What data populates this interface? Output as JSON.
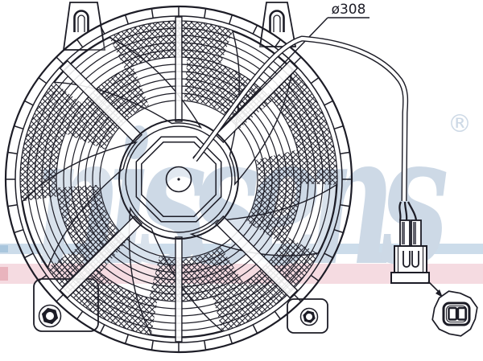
{
  "figure": {
    "type": "technical-line-drawing",
    "subject": "axial cooling fan assembly with shroud, wiring harness and 2-pin connector",
    "dimension_label": "ø308"
  },
  "watermark": {
    "text": "nissens",
    "registered_mark": "®",
    "text_color": "#cdd9e6",
    "stripe_blue": "#ccdcea",
    "stripe_blue_cap": "#a9c6dd",
    "stripe_pink": "#f5dbe1",
    "stripe_pink_cap": "#e9b4bd"
  },
  "style": {
    "line_color": "#1c1c26",
    "hatch_color": "#23232e",
    "shading_gray": "#60606a",
    "background": "#ffffff"
  }
}
